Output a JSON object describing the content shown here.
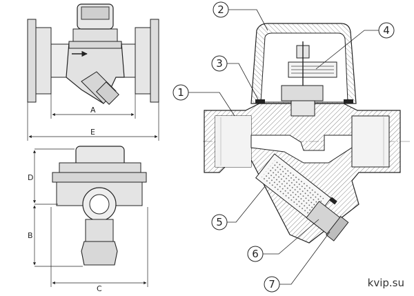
{
  "dimensions": {
    "a": "A",
    "b": "B",
    "c": "C",
    "d": "D",
    "e": "E"
  },
  "callouts": [
    "1",
    "2",
    "3",
    "4",
    "5",
    "6",
    "7"
  ],
  "watermark": "kvip.su"
}
